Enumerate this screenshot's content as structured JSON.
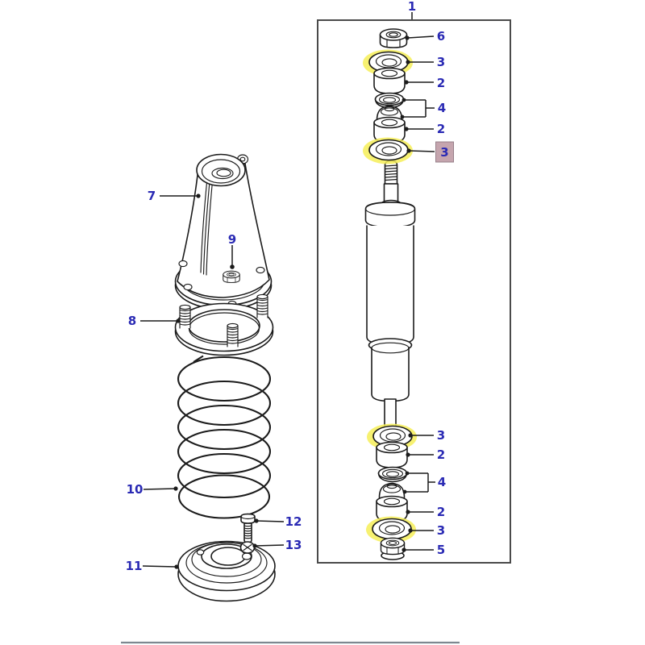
{
  "figure": {
    "title": "exploded-parts-diagram-shock-absorber-and-coil-spring",
    "callouts": {
      "assembly": "1",
      "upper_nut": "6",
      "upper_washer": "3",
      "upper_bushing_top": "2",
      "upper_seat_pair": "4",
      "upper_bushing_bottom": "2",
      "upper_washer_highlighted": "3",
      "lower_washer_top": "3",
      "lower_bushing_top": "2",
      "lower_seat_pair": "4",
      "lower_bushing_bottom": "2",
      "lower_washer_bottom": "3",
      "lower_nut": "5",
      "cone_mount": "7",
      "mount_nut": "9",
      "spring_plate": "8",
      "coil_spring": "10",
      "spring_seat": "11",
      "seat_bolt": "12",
      "seat_screw": "13"
    },
    "colors": {
      "label_blue": "#2a2ab4",
      "line_dark": "#1b1b1b",
      "highlight_yellow": "#f2e935",
      "highlight_glow": "#f6ef58",
      "callout_box_bg": "#c5a5ae",
      "callout_box_border": "#97808a",
      "frame_border": "#4a4a4a",
      "footer_rule": "#7d8890"
    }
  }
}
